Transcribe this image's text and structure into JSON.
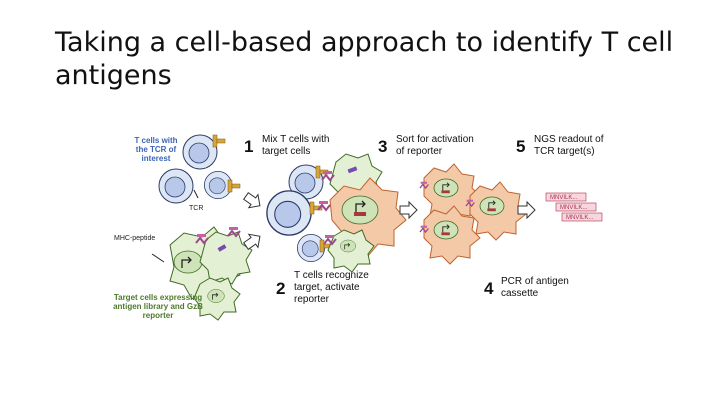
{
  "slide": {
    "title": "Taking a cell-based approach to identify T cell antigens"
  },
  "labels": {
    "tcells_line1": "T cells with",
    "tcells_line2": "the TCR of",
    "tcells_line3": "interest",
    "tcr": "TCR",
    "mhc_peptide": "MHC-peptide",
    "target_line1": "Target cells expressing",
    "target_line2": "antigen library and GzB",
    "target_line3": "reporter"
  },
  "steps": [
    {
      "number": "1",
      "line1": "Mix T cells with",
      "line2": "target cells",
      "line3": ""
    },
    {
      "number": "2",
      "line1": "T cells recognize",
      "line2": "target, activate",
      "line3": "reporter"
    },
    {
      "number": "3",
      "line1": "Sort for activation",
      "line2": "of reporter",
      "line3": ""
    },
    {
      "number": "4",
      "line1": "PCR of antigen",
      "line2": "cassette",
      "line3": ""
    },
    {
      "number": "5",
      "line1": "NGS readout of",
      "line2": "TCR target(s)",
      "line3": ""
    }
  ],
  "ngs_reads": [
    "MNVILK...",
    "MNVILK...",
    "MNVILK..."
  ],
  "colors": {
    "tcell_fill": "#dde6f5",
    "tcell_nucleus": "#b7c8ea",
    "target_fill": "#e3f0d4",
    "activated_fill": "#f3c9a8",
    "receptor": "#d9a53a",
    "mhc": "#9b4a8a",
    "read_fill": "#f6d7e0"
  }
}
